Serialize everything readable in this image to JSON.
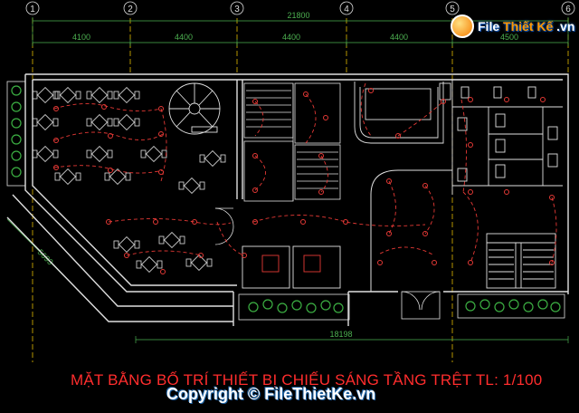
{
  "axes": [
    "1",
    "2",
    "3",
    "4",
    "5",
    "6"
  ],
  "dimensions": {
    "overall_top": "21800",
    "spans": [
      "4100",
      "4400",
      "4400",
      "4400",
      "4500"
    ],
    "diagonal": "5693",
    "overall_bottom": "18198"
  },
  "caption": "MẶT BẰNG BỐ TRÍ THIẾT BỊ CHIẾU SÁNG TẦNG TRỆT TL: 1/100",
  "copyright": "Copyright © FileThietKe.vn",
  "logo": {
    "brand": "File",
    "brand_accent": "Thiết Kế",
    "suffix": ".vn"
  },
  "colors": {
    "background": "#000000",
    "walls": "#e0e0e0",
    "dimensions": "#4caf50",
    "lighting_circuit": "#e53935",
    "caption": "#ff2d2d",
    "axis_lines": "#ffd400"
  }
}
